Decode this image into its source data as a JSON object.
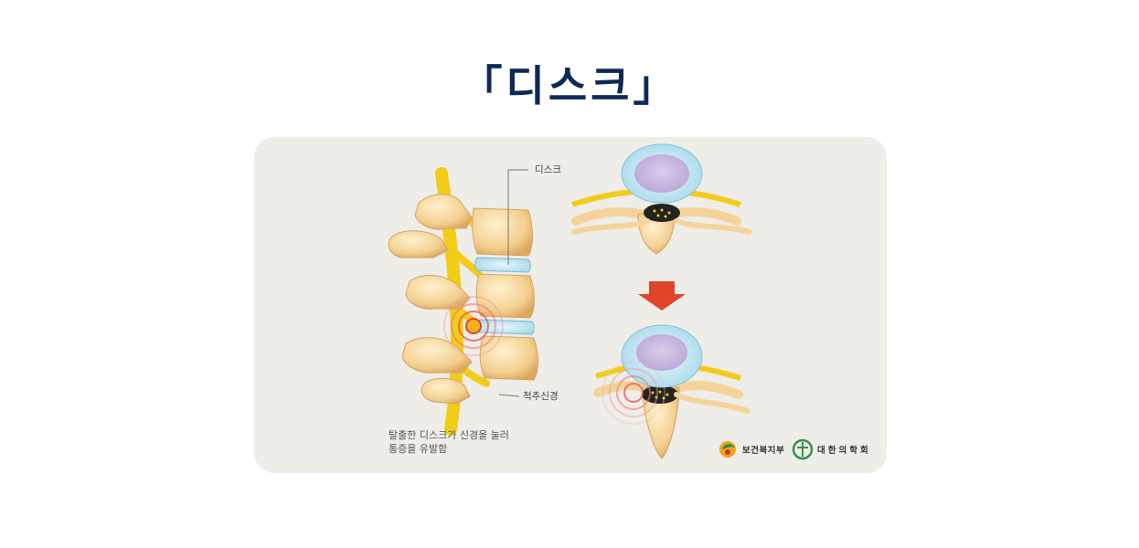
{
  "title": "「디스크」",
  "figure": {
    "label_disc": "디스크",
    "label_nerve": "척추신경",
    "caption_line1": "탈출한 디스크가 신경을 눌러",
    "caption_line2": "통증을 유발함",
    "logos": {
      "ministry": "보건복지부",
      "kma": "대한의학회"
    },
    "colors": {
      "title": "#0d2a55",
      "arrow": "#e0452a",
      "nerve": "#f3d21a",
      "disc": "#9fd8ec",
      "bone": "#f4d49a"
    }
  }
}
